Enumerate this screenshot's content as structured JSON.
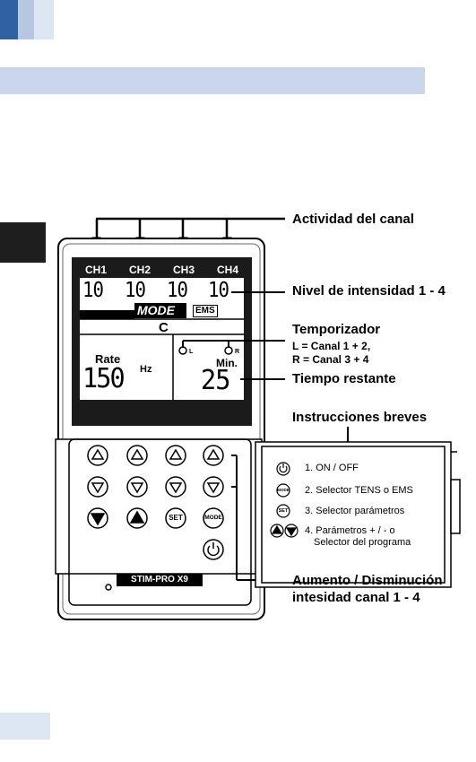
{
  "callouts": {
    "channel_activity": "Actividad del canal",
    "intensity_level": "Nivel de intensidad 1 - 4",
    "timer_title": "Temporizador",
    "timer_l": "L = Canal 1 + 2,",
    "timer_r": "R = Canal 3 + 4",
    "time_remaining": "Tiempo restante",
    "brief_instructions": "Instrucciones breves",
    "up_down_line1": "Aumento / Disminución",
    "up_down_line2": "intesidad canal 1 - 4"
  },
  "lcd": {
    "channels": [
      "CH1",
      "CH2",
      "CH3",
      "CH4"
    ],
    "intensities": [
      "10",
      "10",
      "10",
      "10"
    ],
    "mode_label": "MODE",
    "mode_value": "EMS",
    "program": "C",
    "timer_l": "L",
    "timer_r": "R",
    "rate_label": "Rate",
    "rate_value": "150",
    "rate_unit": "Hz",
    "min_label": "Min.",
    "min_value": "25"
  },
  "device": {
    "set_label": "SET",
    "mode_label": "MODE",
    "model_name": "STIM-PRO X9"
  },
  "instructions": [
    {
      "icon": "power-icon",
      "text": "1. ON / OFF"
    },
    {
      "icon": "mode-icon",
      "icon_label": "MODE",
      "text": "2. Selector TENS o EMS"
    },
    {
      "icon": "set-icon",
      "icon_label": "SET",
      "text": "3. Selector parámetros"
    },
    {
      "icon": "up-down-icon",
      "text": "4. Parámetros + / - o",
      "text2": "Selector del programa"
    }
  ]
}
